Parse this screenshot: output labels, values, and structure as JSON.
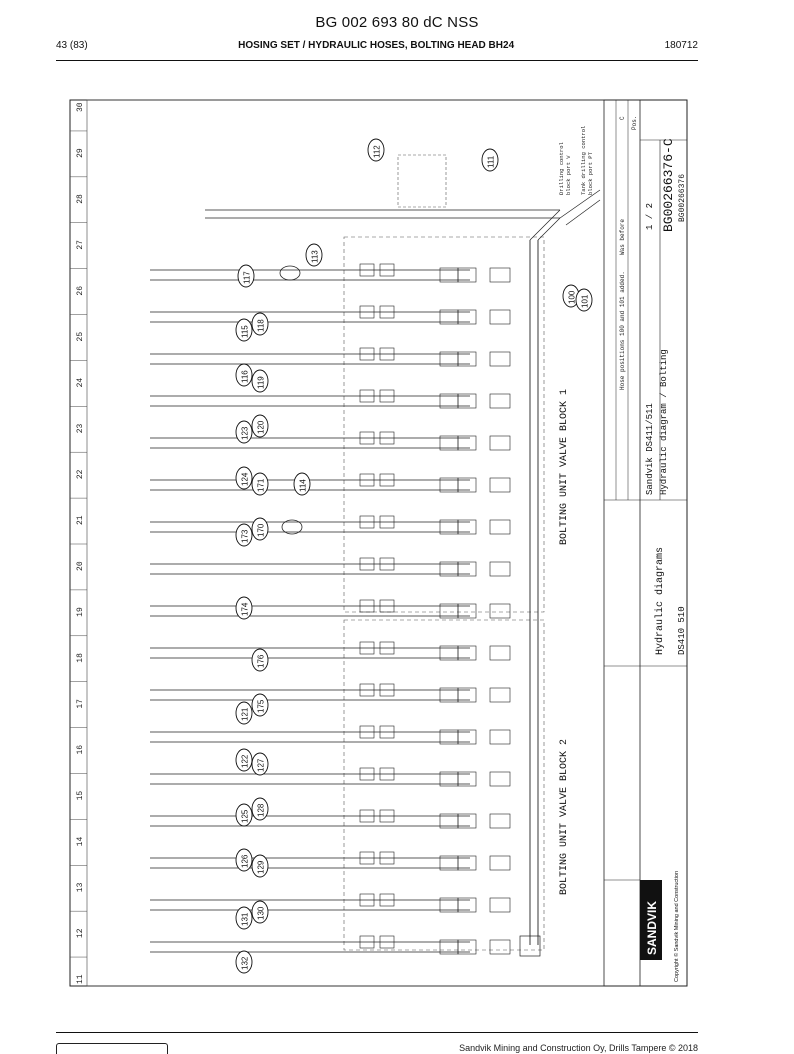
{
  "header": {
    "doc_number": "BG 002 693 80 dC NSS",
    "page": "43 (83)",
    "title": "HOSING SET / HYDRAULIC HOSES, BOLTING HEAD BH24",
    "date": "180712"
  },
  "frame": {
    "column_numbers": [
      "30",
      "29",
      "28",
      "27",
      "26",
      "25",
      "24",
      "23",
      "22",
      "21",
      "20",
      "19",
      "18",
      "17",
      "16",
      "15",
      "14",
      "13",
      "12",
      "11"
    ]
  },
  "callouts": [
    "112",
    "111",
    "113",
    "117",
    "115",
    "118",
    "116",
    "119",
    "123",
    "120",
    "124",
    "171",
    "114",
    "173",
    "170",
    "174",
    "176",
    "121",
    "175",
    "122",
    "127",
    "125",
    "128",
    "126",
    "129",
    "131",
    "130",
    "132",
    "100",
    "101"
  ],
  "blocks": {
    "block1": "BOLTING UNIT VALVE BLOCK 1",
    "block2": "BOLTING UNIT VALVE BLOCK 2"
  },
  "title_block": {
    "company": "SANDVIK",
    "copyright": "Copyright © Sandvik Mining and Construction",
    "drawing_title": "Hydraulic diagrams",
    "model_title": "Sandvik DS411/511",
    "subtitle": "Hydraulic diagram / Bolting",
    "drawing_number": "BG00266376-C",
    "drawing_number_small": "BG00266376",
    "sheet": "1 / 2",
    "model_code": "DS410 510",
    "revision": "C",
    "rev_label": "Pos.",
    "rev_note": "Hose positions 100 and 101 added.",
    "was_before": "Was before",
    "drilling_note": "Drilling control\nblock port V",
    "drill_note2": "Tank drilling control\nblock port PT"
  },
  "footer": {
    "copyright": "Sandvik Mining and Construction Oy, Drills Tampere © 2018"
  }
}
